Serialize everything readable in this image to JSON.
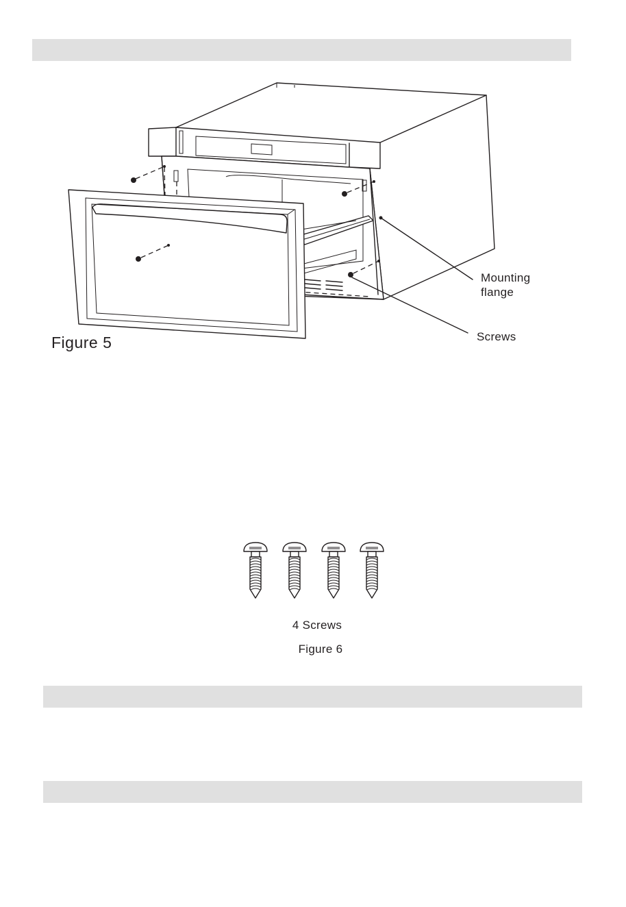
{
  "figure5": {
    "caption": "Figure 5",
    "callouts": {
      "mounting_flange": "Mounting\nflange",
      "screws": "Screws"
    }
  },
  "figure6": {
    "screw_count_label": "4 Screws",
    "caption": "Figure 6"
  },
  "icons": [
    "screw-icon",
    "screw-icon",
    "screw-icon",
    "screw-icon"
  ]
}
